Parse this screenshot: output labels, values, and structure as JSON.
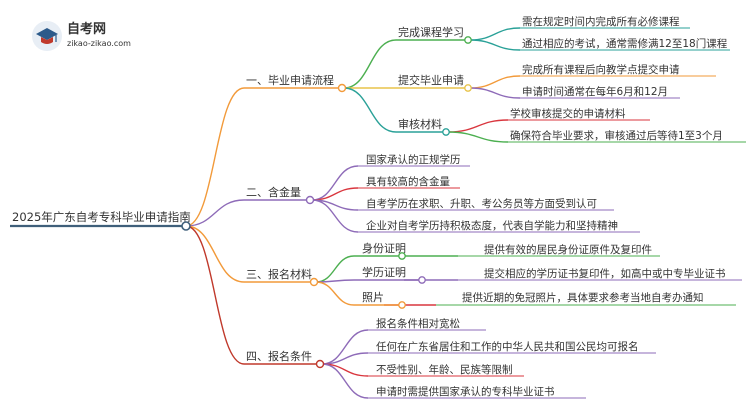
{
  "logo": {
    "name": "自考网",
    "url": "zikao-zikao.com",
    "icon": "graduation-cap-icon"
  },
  "colors": {
    "root": "#3f5f7a",
    "b1": "#f29a3a",
    "b2": "#8e6bb8",
    "b3": "#f29a3a",
    "b4": "#c0392b",
    "green": "#4caf50",
    "pink": "#e5447a",
    "teal": "#2aa198",
    "purple": "#8e44ad",
    "red": "#d9363e",
    "yellow": "#f5c518"
  },
  "root": {
    "label": "2025年广东自考专科毕业申请指南"
  },
  "branches": [
    {
      "label": "一、毕业申请流程",
      "children": [
        {
          "label": "完成课程学习",
          "items": [
            "需在规定时间内完成所有必修课程",
            "通过相应的考试，通常需修满12至18门课程"
          ]
        },
        {
          "label": "提交毕业申请",
          "items": [
            "完成所有课程后向教学点提交申请",
            "申请时间通常在每年6月和12月"
          ]
        },
        {
          "label": "审核材料",
          "items": [
            "学校审核提交的申请材料",
            "确保符合毕业要求，审核通过后等待1至3个月"
          ]
        }
      ]
    },
    {
      "label": "二、含金量",
      "items": [
        "国家承认的正规学历",
        "具有较高的含金量",
        "自考学历在求职、升职、考公务员等方面受到认可",
        "企业对自考学历持积极态度，代表自学能力和坚持精神"
      ]
    },
    {
      "label": "三、报名材料",
      "children": [
        {
          "label": "身份证明",
          "items": [
            "提供有效的居民身份证原件及复印件"
          ]
        },
        {
          "label": "学历证明",
          "items": [
            "提交相应的学历证书复印件，如高中或中专毕业证书"
          ]
        },
        {
          "label": "照片",
          "items": [
            "提供近期的免冠照片，具体要求参考当地自考办通知"
          ]
        }
      ]
    },
    {
      "label": "四、报名条件",
      "items": [
        "报名条件相对宽松",
        "任何在广东省居住和工作的中华人民共和国公民均可报名",
        "不受性别、年龄、民族等限制",
        "申请时需提供国家承认的专科毕业证书"
      ]
    }
  ]
}
